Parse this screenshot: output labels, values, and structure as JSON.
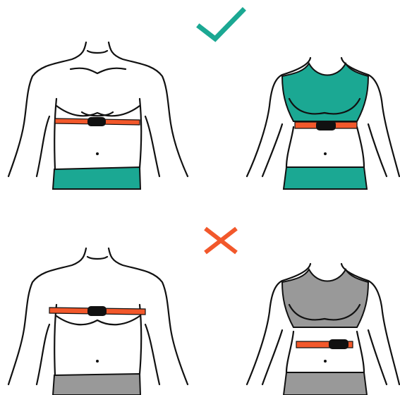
{
  "colors": {
    "correct": "#1ba893",
    "incorrect": "#f2582b",
    "strap": "#f2582b",
    "sensor": "#111111",
    "outline": "#111111",
    "skin": "#ffffff",
    "incorrect_clothing": "#999999"
  },
  "panels": [
    {
      "id": "correct-male",
      "figure": "male",
      "strap_position": "below-chest",
      "status": "correct"
    },
    {
      "id": "correct-female",
      "figure": "female",
      "strap_position": "below-bust",
      "status": "correct"
    },
    {
      "id": "incorrect-male",
      "figure": "male",
      "strap_position": "on-chest",
      "status": "incorrect"
    },
    {
      "id": "incorrect-female",
      "figure": "female",
      "strap_position": "too-low",
      "status": "incorrect"
    }
  ],
  "icons": {
    "correct": "check-icon",
    "incorrect": "cross-icon"
  }
}
